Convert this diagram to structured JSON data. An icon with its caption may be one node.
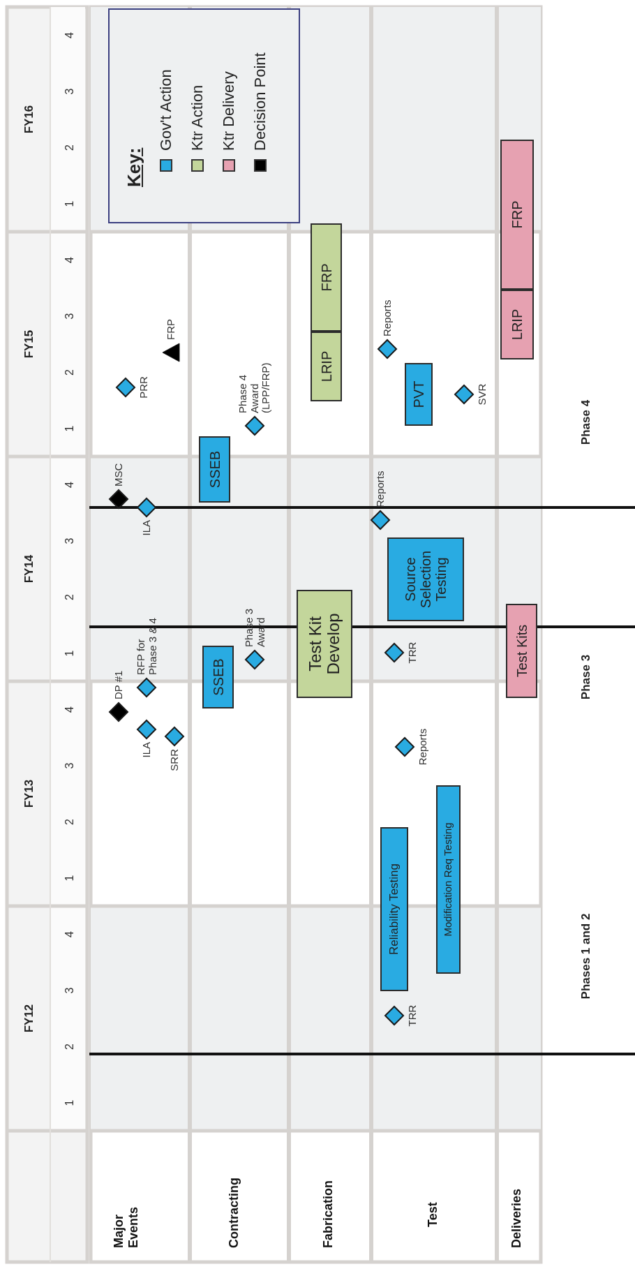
{
  "diagram": {
    "nodes": [
      {
        "text": [],
        "shape": "diamond",
        "beside": [
          "TRR"
        ]
      },
      {
        "text": [
          "Reliability Testing"
        ]
      },
      {
        "text": [
          "Modification Req Testing"
        ]
      },
      {
        "text": [],
        "shape": "diamond",
        "beside": [
          "Reports"
        ]
      },
      {
        "text": [],
        "shape": "diamond",
        "beside": [
          "ILA"
        ]
      },
      {
        "text": [],
        "shape": "diamond",
        "beside": [
          "SRR"
        ]
      },
      {
        "text": [],
        "shape": "diamond",
        "beside": [
          "DP #1"
        ]
      },
      {
        "text": [],
        "shape": "diamond",
        "beside": [
          "RFP for Phase 3 & 4"
        ]
      },
      {
        "text": [
          "SSEB"
        ]
      },
      {
        "text": [],
        "shape": "diamond",
        "beside": [
          "Phase 3 Award"
        ]
      },
      {
        "text": [
          "Test Kit Develop"
        ]
      },
      {
        "text": [],
        "shape": "diamond",
        "beside": [
          "TRR"
        ]
      },
      {
        "text": [
          "Test Kits"
        ]
      },
      {
        "text": [
          "Source Selection Testing"
        ]
      },
      {
        "text": [],
        "shape": "diamond",
        "beside": [
          "Reports"
        ]
      },
      {
        "text": [],
        "shape": "diamond",
        "beside": [
          "ILA"
        ]
      },
      {
        "text": [],
        "shape": "diamond",
        "beside": [
          "MSC"
        ]
      },
      {
        "text": [
          "SSEB"
        ]
      },
      {
        "text": [],
        "shape": "diamond",
        "beside": [
          "Phase 4 Award (LPP/FRP)"
        ]
      },
      {
        "text": [],
        "shape": "diamond",
        "beside": [
          "PRR"
        ]
      },
      {
        "text": [
          "PVT"
        ]
      },
      {
        "text": [],
        "shape": "diamond",
        "beside": [
          "SVR"
        ]
      },
      {
        "text": [
          "LRIP"
        ]
      },
      {
        "text": [
          "FRP"
        ]
      },
      {
        "text": [],
        "shape": "triangle",
        "beside": [
          "FRP"
        ]
      },
      {
        "text": [],
        "shape": "diamond",
        "beside": [
          "Reports"
        ]
      },
      {
        "text": [
          "LRIP"
        ]
      },
      {
        "text": [
          "FRP"
        ]
      }
    ],
    "labels": [
      "FY12",
      "FY13",
      "FY14",
      "FY15",
      "FY16",
      "1",
      "2",
      "3",
      "4",
      "1",
      "2",
      "3",
      "4",
      "1",
      "2",
      "3",
      "4",
      "1",
      "2",
      "3",
      "4",
      "1",
      "2",
      "3",
      "4",
      "Key:",
      "Major Events",
      "Contracting",
      "Fabrication",
      "Test",
      "Deliveries",
      "Phases 1 and 2",
      "Phase 3",
      "Phase 4"
    ],
    "legend": [
      {
        "text": "Gov't Action",
        "color": "#29abe2"
      },
      {
        "text": "Ktr Action",
        "color": "#c3d69b"
      },
      {
        "text": "Ktr Delivery",
        "color": "#e6a1b1"
      },
      {
        "text": "Decision Point",
        "color": "#000000"
      }
    ]
  }
}
